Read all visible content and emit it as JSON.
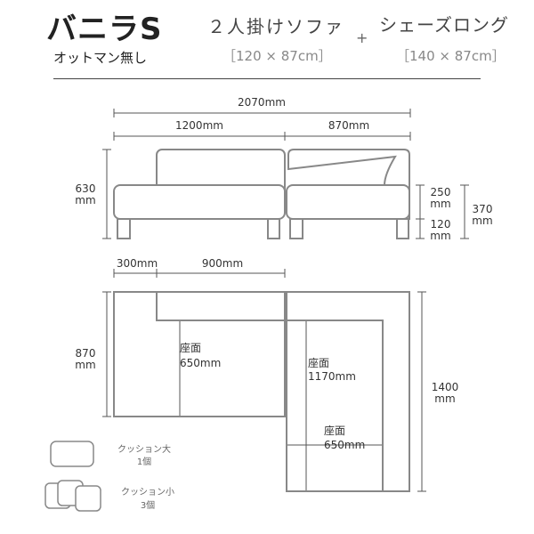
{
  "header": {
    "title": "バニラS",
    "subtitle": "オットマン無し",
    "product1_name": "２人掛けソファ",
    "product1_size": "［120 × 87cm］",
    "plus": "+",
    "product2_name": "シェーズロング",
    "product2_size": "［140 × 87cm］"
  },
  "front_view": {
    "total_width": "2070mm",
    "left_width": "1200mm",
    "right_width": "870mm",
    "height_value": "630",
    "height_unit": "mm",
    "back_value": "250",
    "back_unit": "mm",
    "leg_value": "120",
    "leg_unit": "mm",
    "seat_value": "370",
    "seat_unit": "mm"
  },
  "top_view": {
    "arm_width": "300mm",
    "back_width": "900mm",
    "depth_value": "870",
    "depth_unit": "mm",
    "seat_label": "座面",
    "seat1_depth": "650mm",
    "seat2_depth": "1170mm",
    "seat3_width": "650mm",
    "length_value": "1400",
    "length_unit": "mm"
  },
  "legend": {
    "large_name": "クッション大",
    "large_count": "1個",
    "small_name": "クッション小",
    "small_count": "3個"
  }
}
